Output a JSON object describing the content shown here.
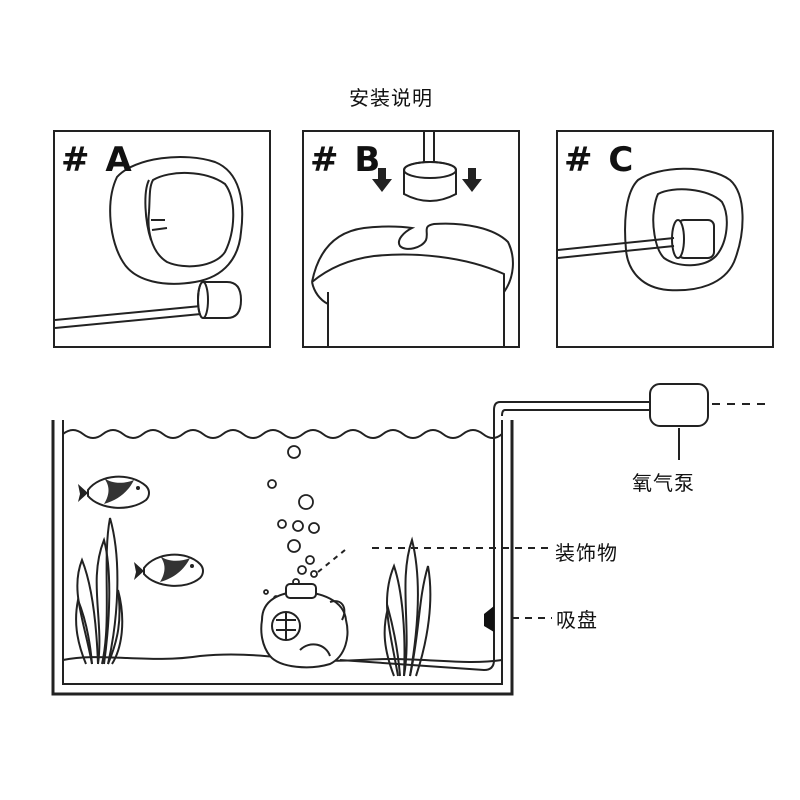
{
  "title": "安装说明",
  "panels": [
    {
      "label": "# A"
    },
    {
      "label": "# B"
    },
    {
      "label": "# C"
    }
  ],
  "callouts": {
    "air_pump": "氧气泵",
    "decoration": "装饰物",
    "suction_cup": "吸盘"
  }
}
